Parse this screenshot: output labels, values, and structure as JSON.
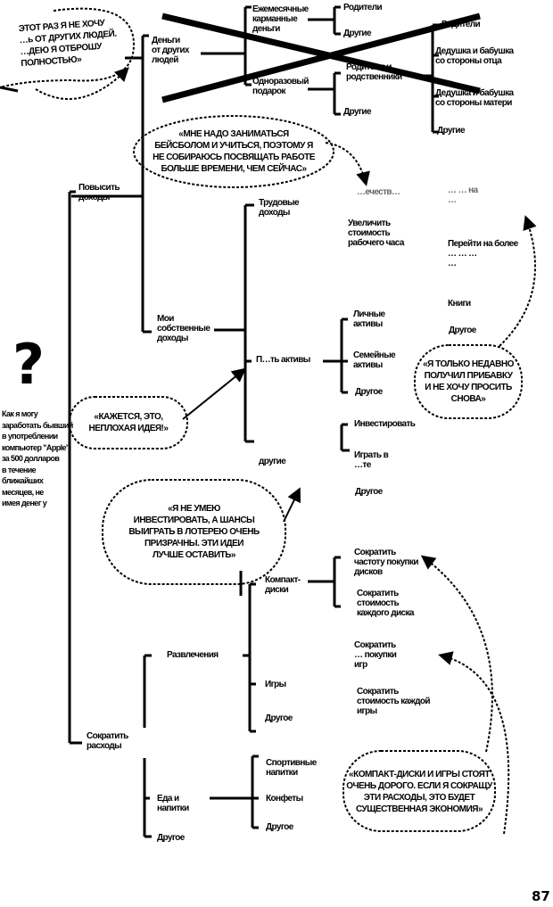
{
  "page_number": "87",
  "question_mark": "?",
  "side_question": "Как я могу\nзаработать бывший\nв употреблении\nкомпьютер \"Apple\"\nза 500 долларов\nв течение\nближайших\nмесяцев, не\nимея денег у",
  "tree": {
    "raise_income": "Повысить\nдоходы",
    "money_from_others": "Деньги\nот других\nлюдей",
    "monthly_allowance": "Ежемесячные\nкарманные\nденьги",
    "allowance_parents": "Родители",
    "allowance_others": "Другие",
    "one_time_gift": "Одноразовый\nподарок",
    "gift_relatives": "Родители и\nродственники",
    "gift_others": "Другие",
    "rel_parents": "Родители",
    "rel_father_grand": "Дедушка и бабушка\nсо стороны отца",
    "rel_mother_grand": "Дедушка и бабушка\nсо стороны матери",
    "rel_others": "Другие",
    "own_income": "Мои\nсобственные\nдоходы",
    "labor_income": "Трудовые\nдоходы",
    "more_hours": "…ечеств…",
    "raise_rate": "Увеличить\nстоимость\nрабочего часа",
    "ask_raise": "… … на\n…",
    "better_job": "Перейти на более\n… … …\n…",
    "books": "Книги",
    "other_labor": "Другое",
    "sell_assets": "П…ть активы",
    "personal_assets": "Личные\nактивы",
    "family_assets": "Семейные\nактивы",
    "other_assets": "Другое",
    "other_income": "другие",
    "invest": "Инвестировать",
    "lottery": "Играть в\n…те",
    "other_misc": "Другое",
    "cut_expenses": "Сократить\nрасходы",
    "entertainment": "Развлечения",
    "cds": "Компакт-\nдиски",
    "cd_freq": "Сократить\nчастоту покупки\nдисков",
    "cd_cost": "Сократить\nстоимость\nкаждого диска",
    "games": "Игры",
    "game_freq": "Сократить\n… покупки\nигр",
    "game_cost": "Сократить\nстоимость каждой\nигры",
    "ent_other": "Другое",
    "food": "Еда и\nнапитки",
    "sports_drinks": "Спортивные\nнапитки",
    "candy": "Конфеты",
    "food_other": "Другое",
    "exp_other": "Другое"
  },
  "bubbles": {
    "no_money_others": "ЭТОТ РАЗ Я НЕ ХОЧУ\n…ь ОТ ДРУГИХ ЛЮДЕЙ.\n…ДЕЮ Я ОТБРОШУ\nПОЛНОСТЬЮ»",
    "baseball": "«МНЕ НАДО ЗАНИМАТЬСЯ\nБЕЙСБОЛОМ И УЧИТЬСЯ, ПОЭТОМУ Я\nНЕ СОБИРАЮСЬ ПОСВЯЩАТЬ РАБОТЕ\nБОЛЬШЕ ВРЕМЕНИ, ЧЕМ СЕЙЧАС»",
    "recent_raise": "«Я ТОЛЬКО НЕДАВНО\nПОЛУЧИЛ ПРИБАВКУ\nИ НЕ ХОЧУ ПРОСИТЬ\nСНОВА»",
    "good_idea": "«КАЖЕТСЯ, ЭТО,\nНЕПЛОХАЯ ИДЕЯ!»",
    "cant_invest": "«Я НЕ УМЕЮ\nИНВЕСТИРОВАТЬ, А ШАНСЫ\nВЫИГРАТЬ В ЛОТЕРЕЮ ОЧЕНЬ\nПРИЗРАЧНЫ. ЭТИ ИДЕИ\nЛУЧШЕ ОСТАВИТЬ»",
    "cds_games_expensive": "«КОМПАКТ-ДИСКИ И ИГРЫ СТОЯТ\nОЧЕНЬ ДОРОГО. ЕСЛИ Я СОКРАЩУ\nЭТИ РАСХОДЫ, ЭТО БУДЕТ\nСУЩЕСТВЕННАЯ ЭКОНОМИЯ»"
  }
}
